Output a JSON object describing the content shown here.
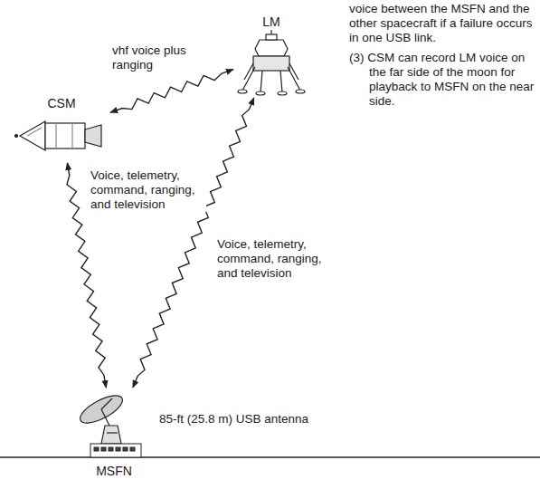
{
  "diagram": {
    "nodes": [
      {
        "text": [
          "CSM"
        ]
      },
      {
        "text": [
          "LM"
        ]
      },
      {
        "text": [
          "MSFN"
        ]
      }
    ],
    "edges": [
      {
        "from": 0,
        "to": 1,
        "arrow": "both",
        "label": "vhf voice plus ranging"
      },
      {
        "from": 0,
        "to": 2,
        "arrow": "both",
        "label": "Voice, telemetry, command, ranging, and television"
      },
      {
        "from": 1,
        "to": 2,
        "arrow": "both",
        "label": "Voice, telemetry, command, ranging, and television"
      }
    ],
    "labels": [
      "85-ft (25.8 m) USB antenna",
      "voice between the MSFN and the other spacecraft if a failure occurs in one USB link.",
      "(3) CSM can record LM voice on the far side of the moon for playback to MSFN on the near side."
    ]
  }
}
